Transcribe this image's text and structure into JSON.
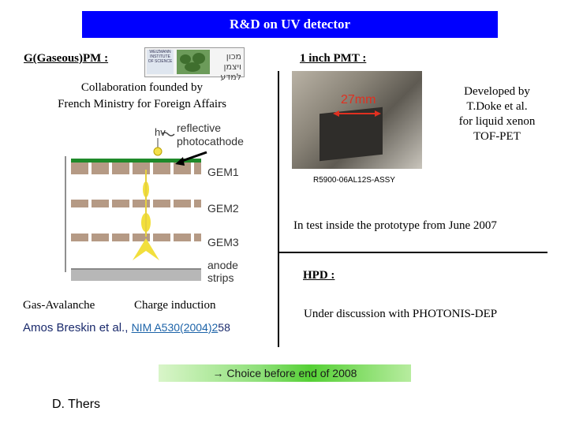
{
  "title": "R&D on UV detector",
  "left": {
    "heading": "G(Gaseous)PM :",
    "collab_line1": "Collaboration founded by",
    "collab_line2": "French Ministry for Foreign Affairs",
    "diagram": {
      "hv": "hv",
      "reflective": "reflective",
      "photocathode": "photocathode",
      "gem1": "GEM1",
      "gem2": "GEM2",
      "gem3": "GEM3",
      "anode": "anode",
      "strips": "strips"
    },
    "gas_avalanche": "Gas-Avalanche",
    "charge_induction": "Charge induction",
    "author": "Amos Breskin et al.,",
    "reference_link": "NIM A530(2004)2",
    "reference_tail": "58"
  },
  "logo": {
    "text": "WEIZMANN INSTITUTE OF SCIENCE",
    "hebrew": "מכון ויצמן למדע"
  },
  "right": {
    "heading": "1 inch PMT :",
    "photo_label": "27mm",
    "dev_line1": "Developed by",
    "dev_line2": "T.Doke et al.",
    "dev_line3": "for liquid xenon",
    "dev_line4": "TOF-PET",
    "model": "R5900-06AL12S-ASSY",
    "test_text": "In test inside the prototype from June 2007",
    "hpd_heading": "HPD :",
    "hpd_text": "Under discussion with PHOTONIS-DEP"
  },
  "choice": "→ Choice before end of 2008",
  "footer_author": "D. Thers",
  "colors": {
    "title_bg": "#0000ff",
    "photo_label": "#e03020",
    "link": "#1c63a8",
    "choice_bar": "#55d035"
  }
}
